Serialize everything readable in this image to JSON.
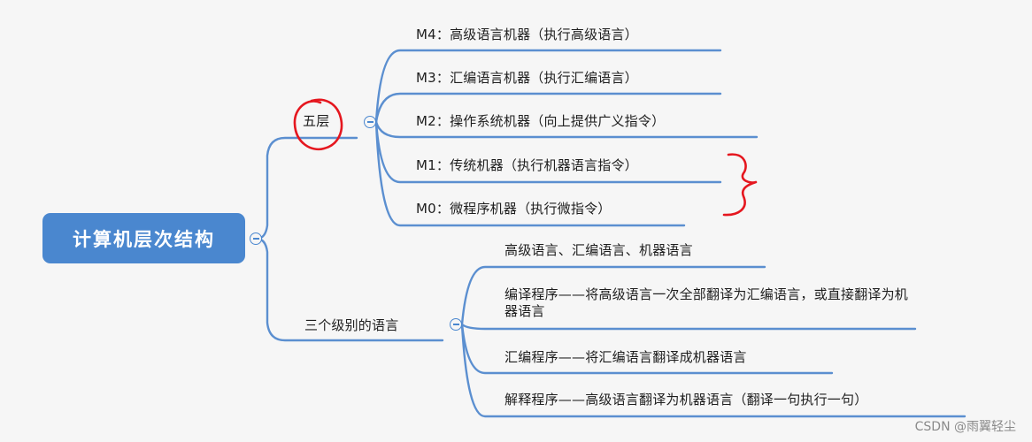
{
  "mindmap": {
    "root": "计算机层次结构",
    "branch_layers": {
      "label": "五层",
      "children": [
        "M4：高级语言机器（执行高级语言）",
        "M3：汇编语言机器（执行汇编语言）",
        "M2：操作系统机器（向上提供广义指令）",
        "M1：传统机器（执行机器语言指令）",
        "M0：微程序机器（执行微指令）"
      ]
    },
    "branch_languages": {
      "label": "三个级别的语言",
      "children": [
        "高级语言、汇编语言、机器语言",
        "编译程序——将高级语言一次全部翻译为汇编语言，或直接翻译为机器语言",
        "汇编程序——将汇编语言翻译成机器语言",
        "解释程序——高级语言翻译为机器语言（翻译一句执行一句）"
      ]
    }
  },
  "watermark": "CSDN @雨翼轻尘",
  "colors": {
    "connector": "#5b8fd0",
    "root_fill": "#4a87cf",
    "annotation": "#e5171f"
  }
}
